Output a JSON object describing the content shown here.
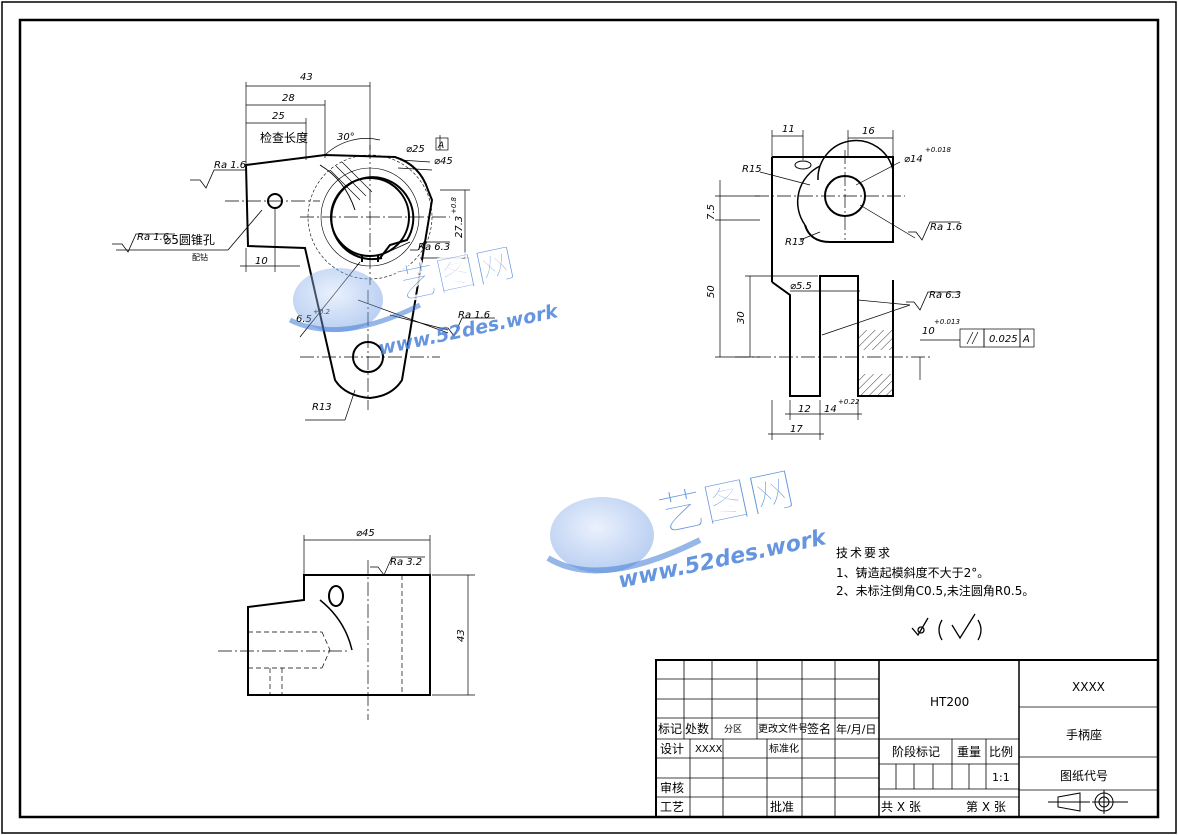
{
  "front_view": {
    "dim_43": "43",
    "dim_28": "28",
    "dim_25": "25",
    "dim_10": "10",
    "check_length": "检查长度",
    "angle_30": "30°",
    "dia_25": "⌀25",
    "dia_45": "⌀45",
    "datum_a": "A",
    "ra_16_top": "Ra 1.6",
    "ra_16_hole": "Ra 1.6",
    "taper_hole": "⌀5圆锥孔",
    "match_drill": "配钻",
    "ra_63": "Ra 6.3",
    "ra_16_slot": "Ra 1.6",
    "dim_27": "27.3",
    "dim_27_tol": "+0.8",
    "slot_65": "6.5",
    "slot_65_tol": "+0.2",
    "r13": "R13"
  },
  "side_view": {
    "dim_11": "11",
    "dim_16": "16",
    "r15": "R15",
    "dia_14": "⌀14",
    "dia_14_tol": "+0.018",
    "ra_16": "Ra 1.6",
    "r13": "R13",
    "dim_75": "7.5",
    "dim_50": "50",
    "dim_30": "30",
    "dia_55": "⌀5.5",
    "ra_63": "Ra 6.3",
    "dim_10": "10",
    "dim_10_tol": "+0.013",
    "parallel_tol": "0.025",
    "parallel_ref": "A",
    "dim_12": "12",
    "dim_14": "14",
    "dim_14_tol": "+0.22",
    "dim_17": "17"
  },
  "top_view": {
    "dia_45": "⌀45",
    "ra_32": "Ra 3.2",
    "dim_43": "43"
  },
  "tech_requirements": {
    "title": "技术要求",
    "item1": "1、铸造起模斜度不大于2°。",
    "item2": "2、未标注倒角C0.5,未注圆角R0.5。"
  },
  "watermark": {
    "brand": "艺图网",
    "url": "www.52des.work"
  },
  "title_block": {
    "material": "HT200",
    "drawing_no": "XXXX",
    "part_name": "手柄座",
    "drawing_code": "图纸代号",
    "mark": "标记",
    "count": "处数",
    "zone": "分区",
    "change_doc": "更改文件号",
    "sign": "签名",
    "date": "年/月/日",
    "design": "设计",
    "designer": "XXXX",
    "standardize": "标准化",
    "stage_mark": "阶段标记",
    "weight": "重量",
    "scale_label": "比例",
    "scale": "1:1",
    "review": "审核",
    "process": "工艺",
    "approve": "批准",
    "total_sheets": "共 X 张",
    "sheet_no": "第 X 张"
  },
  "colors": {
    "line": "#000000",
    "watermark_blue": "#2f6fd0",
    "watermark_light": "#8fb6ee"
  }
}
